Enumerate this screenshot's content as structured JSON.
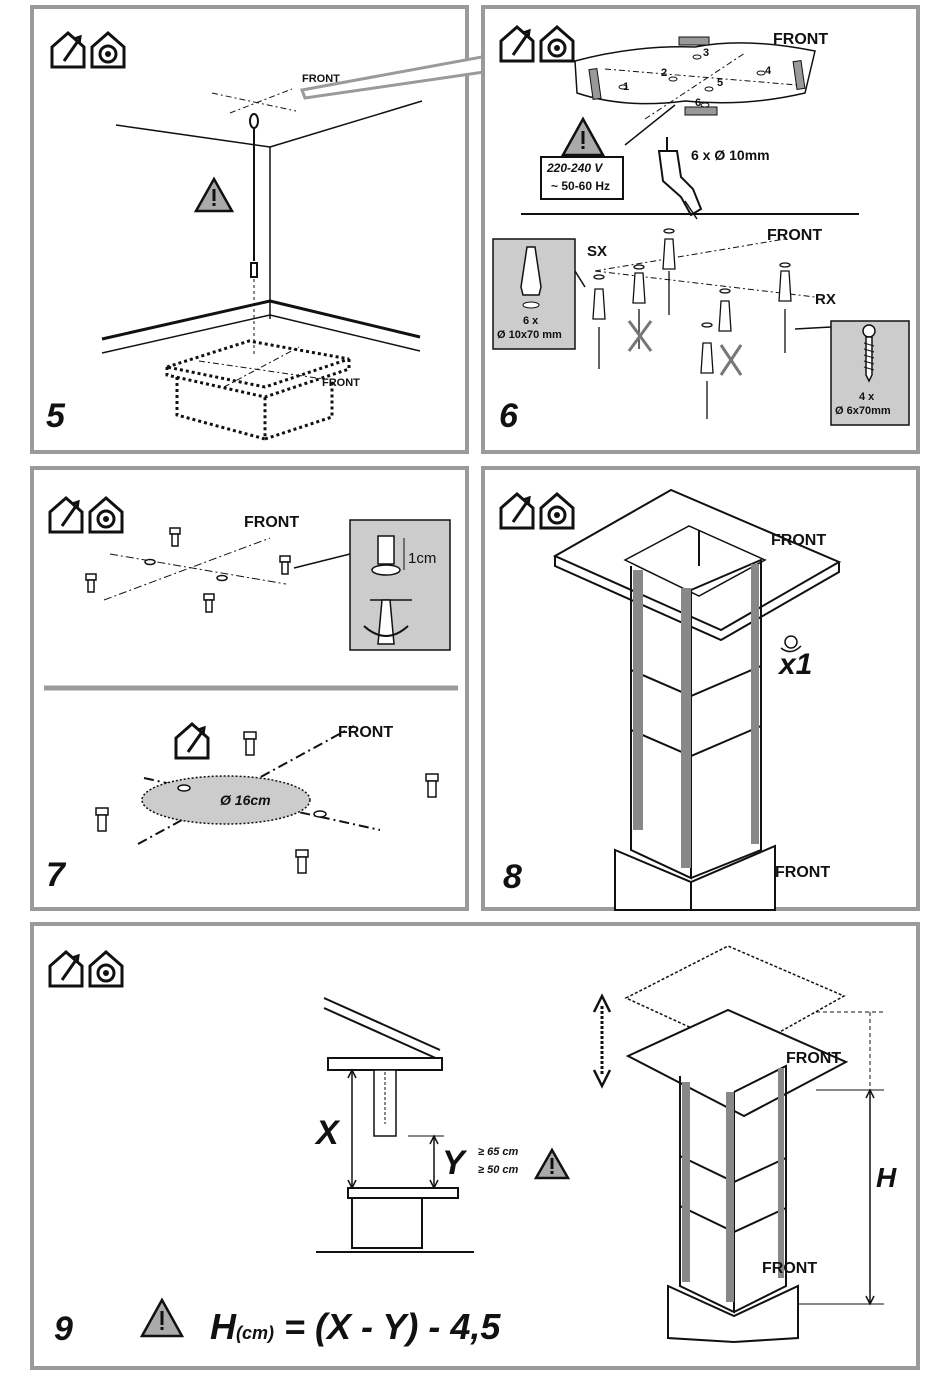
{
  "panels": {
    "p5": {
      "number": "5",
      "front_top": "FRONT",
      "front_bottom": "FRONT"
    },
    "p6": {
      "number": "6",
      "front_top": "FRONT",
      "front_mid": "FRONT",
      "holes": [
        "1",
        "2",
        "3",
        "4",
        "5",
        "6"
      ],
      "voltage": "220-240 V",
      "freq": "~ 50-60 Hz",
      "drill": "6 x Ø 10mm",
      "sx": "SX",
      "rx": "RX",
      "plug_count": "6 x",
      "plug_size": "Ø 10x70 mm",
      "screw_count": "4 x",
      "screw_size": "Ø 6x70mm"
    },
    "p7": {
      "number": "7",
      "front_top": "FRONT",
      "gap": "1cm",
      "front_bottom": "FRONT",
      "diameter": "Ø 16cm"
    },
    "p8": {
      "number": "8",
      "front_top": "FRONT",
      "front_bottom": "FRONT",
      "qty": "x1"
    },
    "p9": {
      "number": "9",
      "x": "X",
      "y": "Y",
      "gas": "≥ 65 cm",
      "elec": "≥ 50 cm",
      "h": "H",
      "front_top": "FRONT",
      "front_bottom": "FRONT",
      "formula_h": "H",
      "formula_unit": "(cm)",
      "formula_rest": "= (X - Y) - 4,5"
    }
  },
  "icons": [
    "house-ducted-icon",
    "house-recirculation-icon",
    "warning-triangle-icon",
    "drill-icon",
    "screwdriver-icon"
  ]
}
